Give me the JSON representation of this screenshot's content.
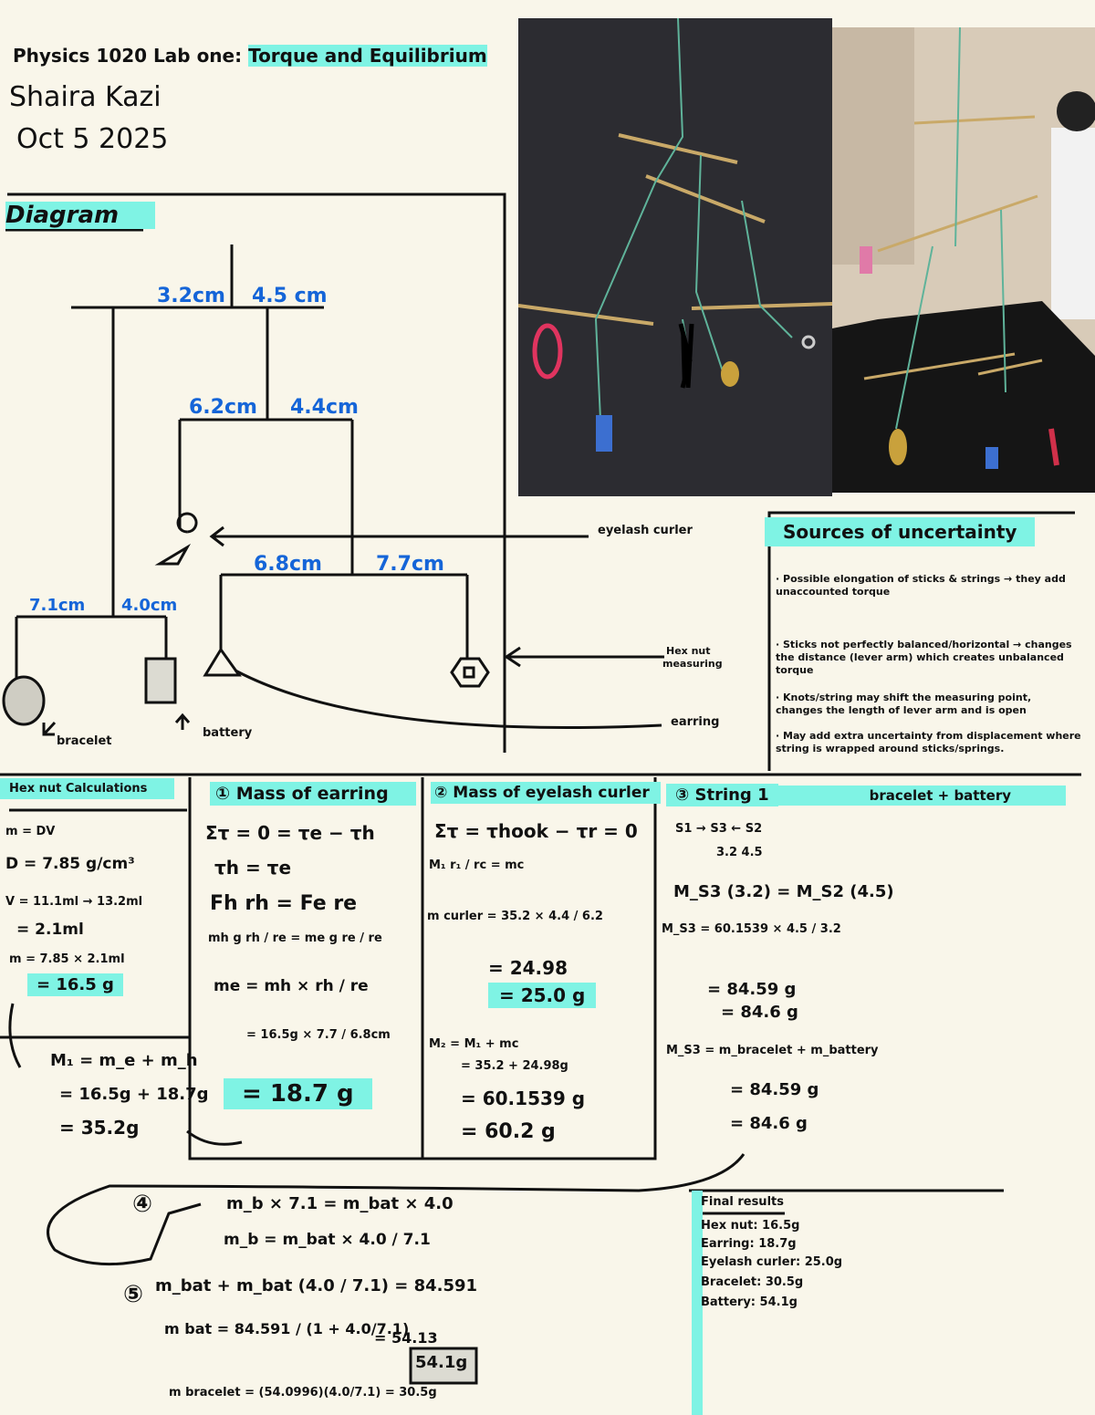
{
  "header": {
    "title_prefix": "Physics 1020 Lab one:",
    "title_highlight": "Torque and Equilibrium",
    "name": "Shaira Kazi",
    "date": "Oct 5 2025"
  },
  "diagram": {
    "heading": "Diagram",
    "lengths": [
      "3.2cm",
      "4.5 cm",
      "6.2cm",
      "4.4cm",
      "6.8cm",
      "7.7cm",
      "7.1cm",
      "4.0cm"
    ],
    "labels": {
      "eyelash_curler": "eyelash curler",
      "hex_nut": "Hex nut",
      "hex_nut_2": "measuring",
      "earring": "earring",
      "bracelet": "bracelet",
      "battery": "battery"
    }
  },
  "sources": {
    "heading": "Sources of uncertainty",
    "items": [
      "· Possible elongation of sticks & strings → they add unaccounted torque",
      "· Sticks not perfectly balanced/horizontal → changes the distance (lever arm) which creates unbalanced torque",
      "· Knots/string may shift the measuring point, changes the length of lever arm and is open",
      "· May add extra uncertainty from displacement where string is wrapped around sticks/springs."
    ]
  },
  "hexnut": {
    "heading": "Hex nut Calculations",
    "lines": [
      "m = DV",
      "D = 7.85 g/cm³",
      "V = 11.1ml → 13.2ml",
      "= 2.1ml",
      "m = 7.85 × 2.1ml",
      "= 16.5 g"
    ],
    "m1_lines": [
      "M₁ = m_e + m_h",
      "= 16.5g + 18.7g",
      "= 35.2g"
    ]
  },
  "earring": {
    "heading": "① Mass of earring",
    "lines": [
      "Στ = 0 = τe − τh",
      "τh = τe",
      "Fh rh = Fe re",
      "mh g rh / re = me g re / re",
      "me = mh × rh / re",
      "= 16.5g × 7.7 / 6.8cm"
    ],
    "result": "= 18.7 g"
  },
  "curler": {
    "heading": "② Mass of eyelash curler",
    "lines": [
      "Στ = τhook − τr = 0",
      "M₁ r₁ / rc = mc",
      "m curler = 35.2 × 4.4 / 6.2",
      "= 24.98"
    ],
    "result": "= 25.0 g",
    "m2_lines": [
      "M₂ = M₁ + mc",
      "= 35.2 + 24.98g",
      "= 60.1539 g",
      "= 60.2 g"
    ]
  },
  "string": {
    "heading": "③ String 1",
    "subheading": "bracelet + battery",
    "lines": [
      "S1 → S3 ← S2",
      "3.2        4.5",
      "M_S3 (3.2) = M_S2 (4.5)",
      "M_S3 = 60.1539 × 4.5 / 3.2",
      "= 84.59 g",
      "= 84.6 g",
      "M_S3 = m_bracelet + m_battery",
      "= 84.59 g",
      "= 84.6 g"
    ]
  },
  "bottom": {
    "step4": "④",
    "lines4": [
      "m_b × 7.1 = m_bat × 4.0",
      "m_b = m_bat × 4.0 / 7.1"
    ],
    "step5": "⑤",
    "lines5": [
      "m_bat + m_bat (4.0 / 7.1) = 84.591",
      "m bat = 84.591 / (1 + 4.0/7.1)",
      "= 54.13",
      "m bracelet = (54.0996)(4.0/7.1) = 30.5g"
    ],
    "boxed": "54.1g"
  },
  "final": {
    "heading": "Final results",
    "items": [
      "Hex nut: 16.5g",
      "Earring: 18.7g",
      "Eyelash curler: 25.0g",
      "Bracelet: 30.5g",
      "Battery: 54.1g"
    ]
  },
  "colors": {
    "highlight": "#7ff3e4",
    "measurement": "#1565d8",
    "ink": "#111111",
    "paper": "#f9f6ea"
  }
}
